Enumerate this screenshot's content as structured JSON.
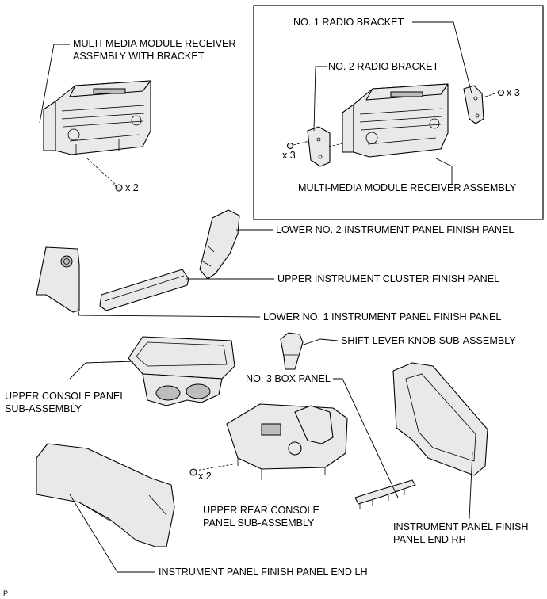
{
  "labels": {
    "mm_receiver_bracket_1": "MULTI-MEDIA MODULE RECEIVER",
    "mm_receiver_bracket_2": "ASSEMBLY WITH BRACKET",
    "qty_receiver_screws": "x 2",
    "no1_radio_bracket": "NO. 1 RADIO BRACKET",
    "no2_radio_bracket": "NO. 2 RADIO BRACKET",
    "qty_right_screws": "x 3",
    "qty_left_screws": "x 3",
    "mm_receiver_assembly": "MULTI-MEDIA MODULE RECEIVER ASSEMBLY",
    "lower_no2_panel": "LOWER NO. 2 INSTRUMENT PANEL FINISH PANEL",
    "upper_cluster_panel": "UPPER INSTRUMENT CLUSTER FINISH PANEL",
    "lower_no1_panel": "LOWER NO. 1 INSTRUMENT PANEL FINISH PANEL",
    "shift_knob": "SHIFT LEVER KNOB SUB-ASSEMBLY",
    "no3_box_panel": "NO. 3 BOX PANEL",
    "upper_console_1": "UPPER CONSOLE PANEL",
    "upper_console_2": "SUB-ASSEMBLY",
    "qty_console_screws": "x 2",
    "upper_rear_console_1": "UPPER REAR CONSOLE",
    "upper_rear_console_2": "PANEL SUB-ASSEMBLY",
    "end_rh_1": "INSTRUMENT PANEL FINISH",
    "end_rh_2": "PANEL END RH",
    "end_lh": "INSTRUMENT PANEL FINISH PANEL END LH",
    "corner_mark": "P"
  }
}
